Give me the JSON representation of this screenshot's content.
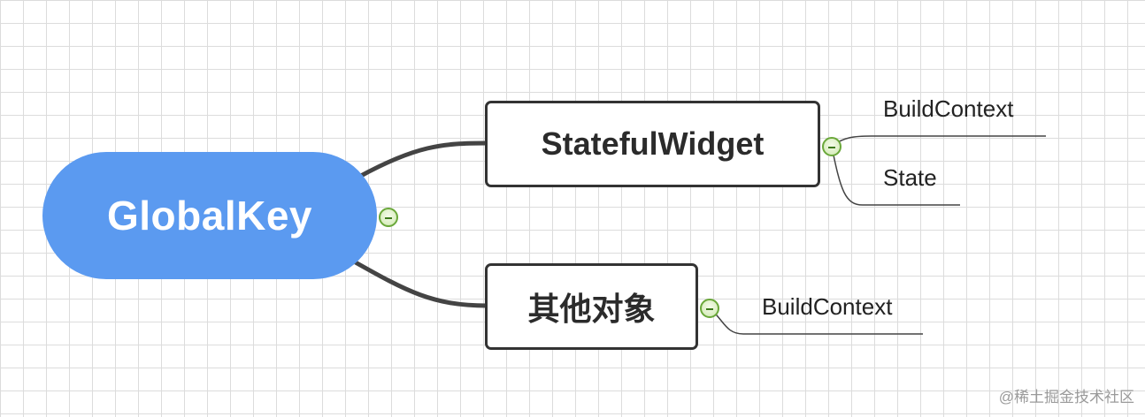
{
  "map": {
    "root": {
      "label": "GlobalKey",
      "color": "#5b9af0"
    },
    "branches": [
      {
        "label": "StatefulWidget",
        "children": [
          "BuildContext",
          "State"
        ]
      },
      {
        "label": "其他对象",
        "children": [
          "BuildContext"
        ]
      }
    ]
  },
  "watermark": "@稀土掘金技术社区",
  "colors": {
    "line": "#444444",
    "toggle": "#6aa83a"
  }
}
